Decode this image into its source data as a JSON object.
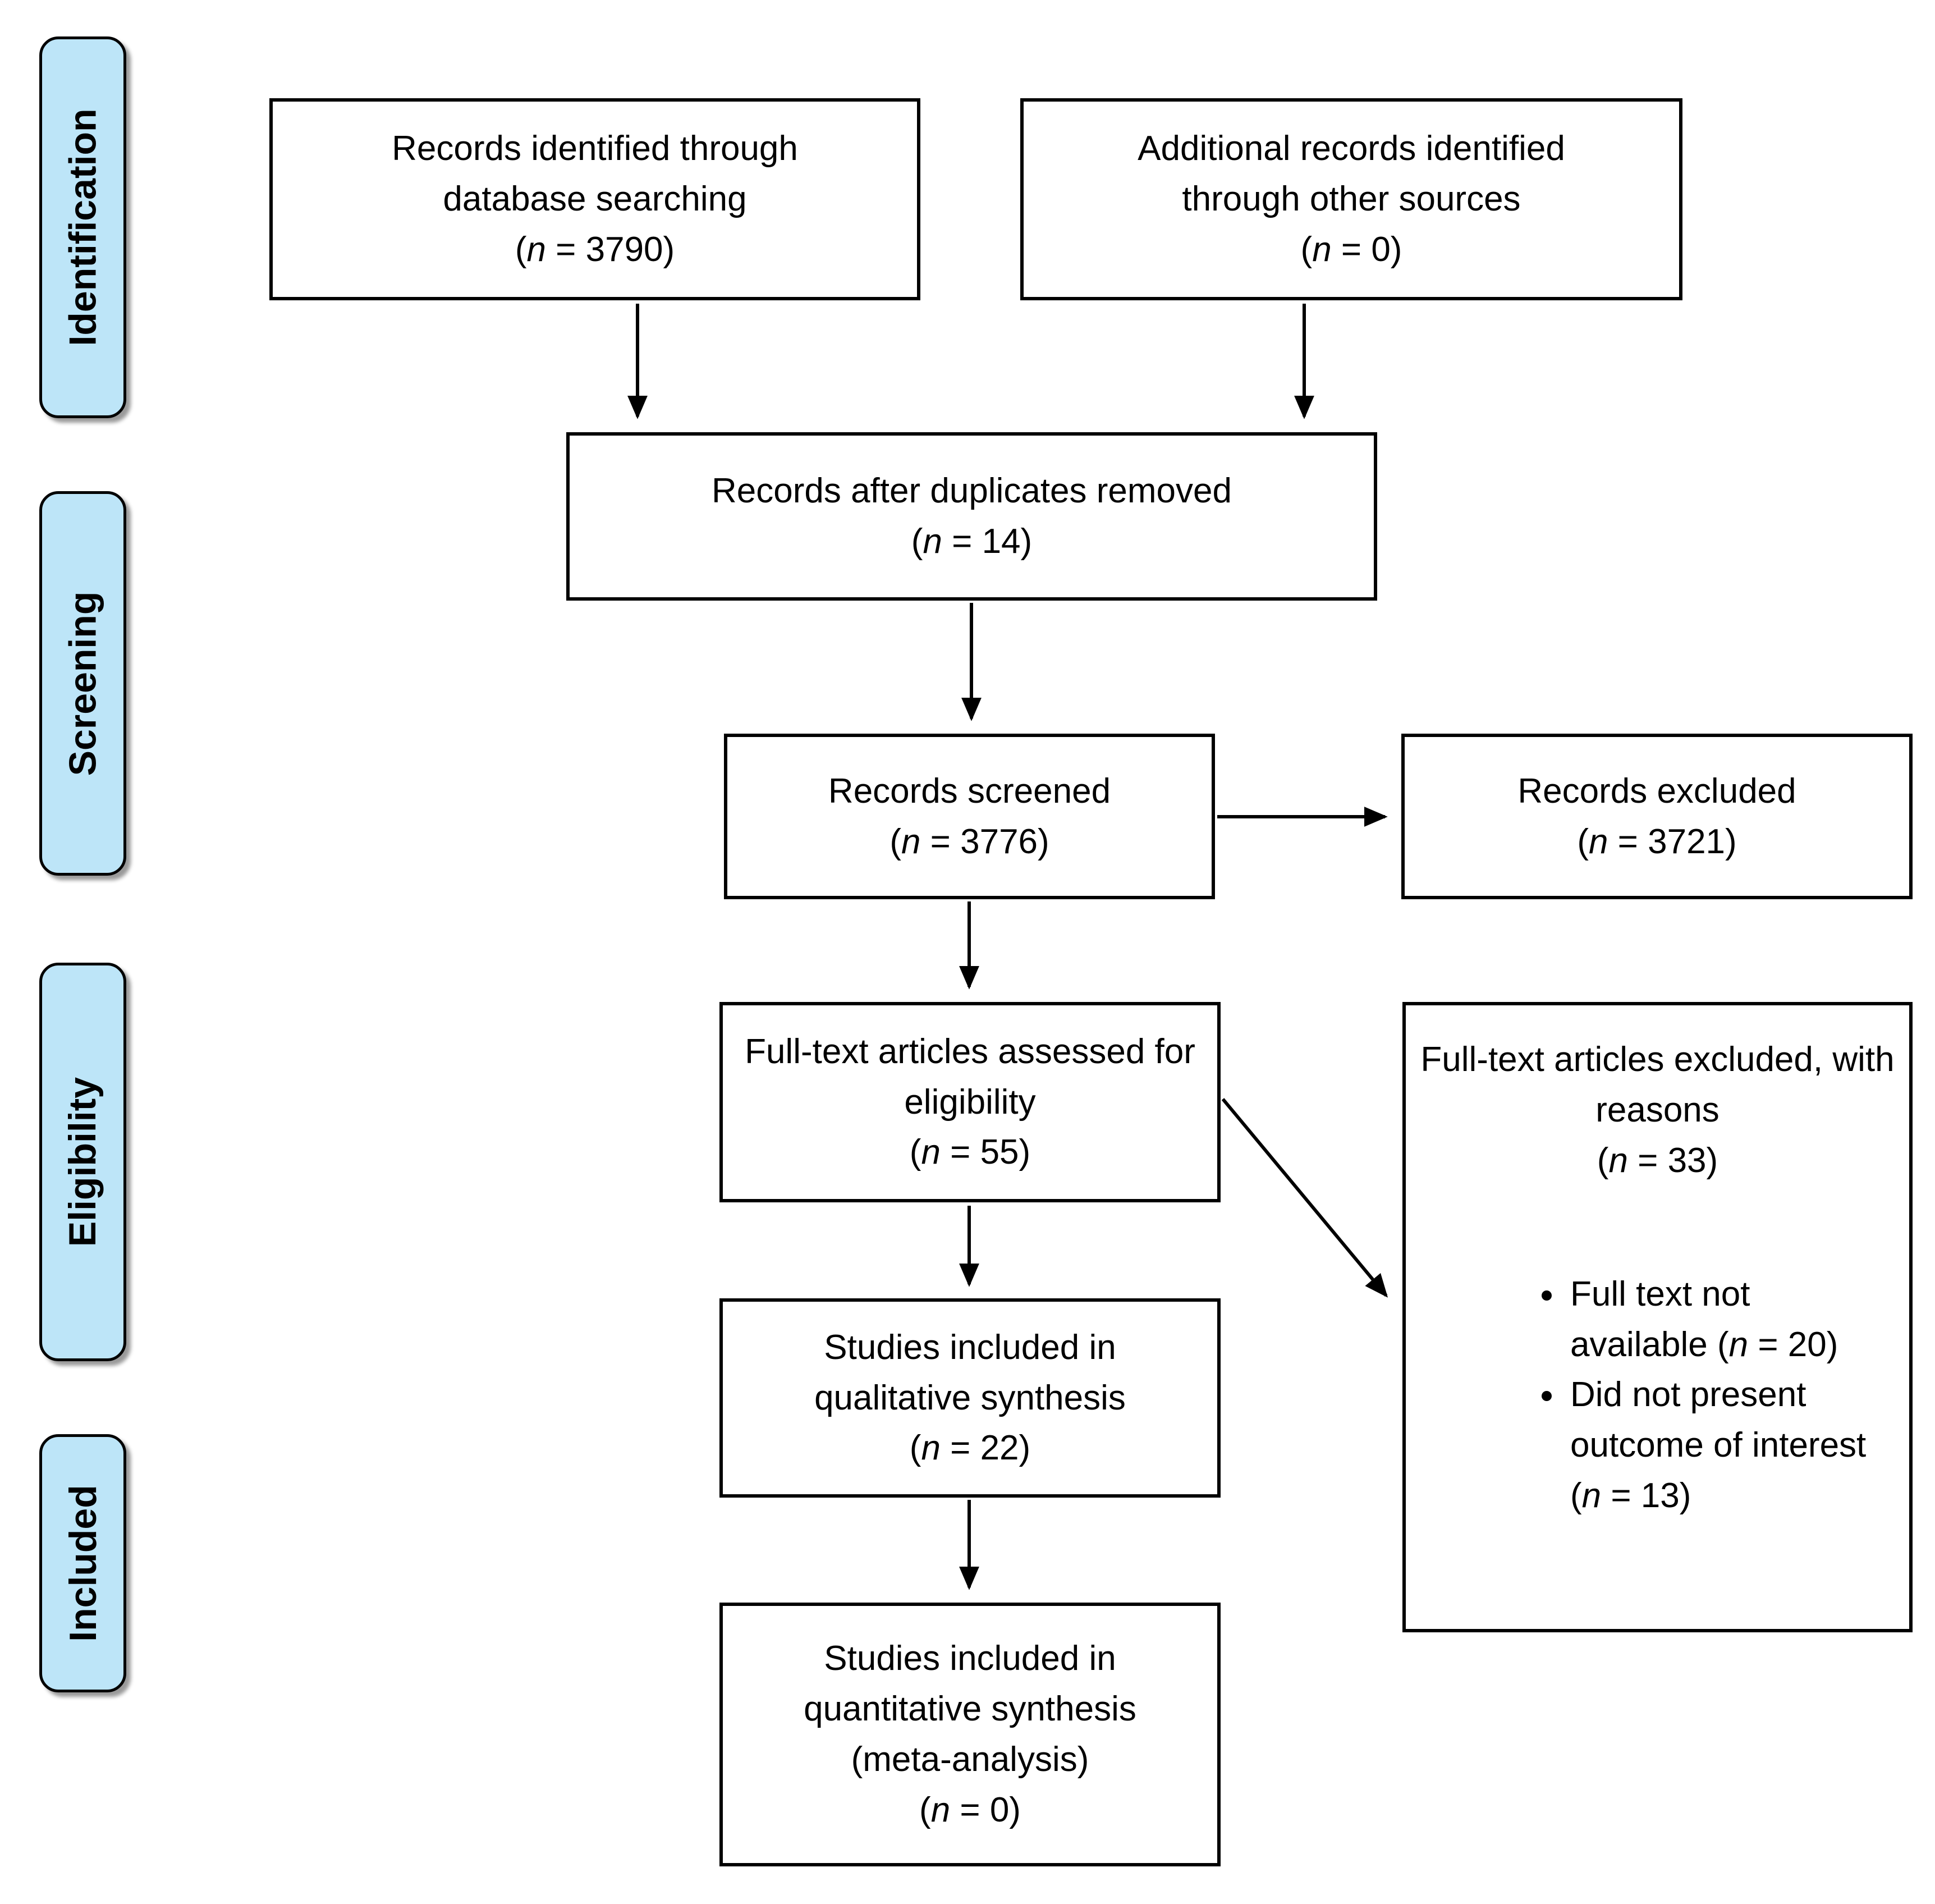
{
  "theme": {
    "stage_fill": "#BDE5F8",
    "box_border": "#000000",
    "background": "#FFFFFF"
  },
  "stages": [
    {
      "label": "Identification"
    },
    {
      "label": "Screening"
    },
    {
      "label": "Eligibility"
    },
    {
      "label": "Included"
    }
  ],
  "boxes": {
    "db_search": {
      "label": "Records identified through database searching",
      "n": "3790"
    },
    "other_sources": {
      "label": "Additional records identified through other sources",
      "n": "0"
    },
    "after_duplicates": {
      "label": "Records after duplicates removed",
      "n": "14"
    },
    "screened": {
      "label": "Records screened",
      "n": "3776"
    },
    "records_excluded": {
      "label": "Records excluded",
      "n": "3721"
    },
    "fulltext_assessed": {
      "label": "Full-text articles assessed for eligibility",
      "n": "55"
    },
    "fulltext_excluded": {
      "label": "Full-text articles excluded, with reasons",
      "n": "33",
      "reasons": [
        {
          "text": "Full text not available",
          "n": "20"
        },
        {
          "text": "Did not present outcome of interest",
          "n": "13"
        }
      ]
    },
    "qualitative": {
      "label": "Studies included in qualitative synthesis",
      "n": "22"
    },
    "quantitative": {
      "label": "Studies included in quantitative synthesis (meta-analysis)",
      "n": "0"
    }
  }
}
